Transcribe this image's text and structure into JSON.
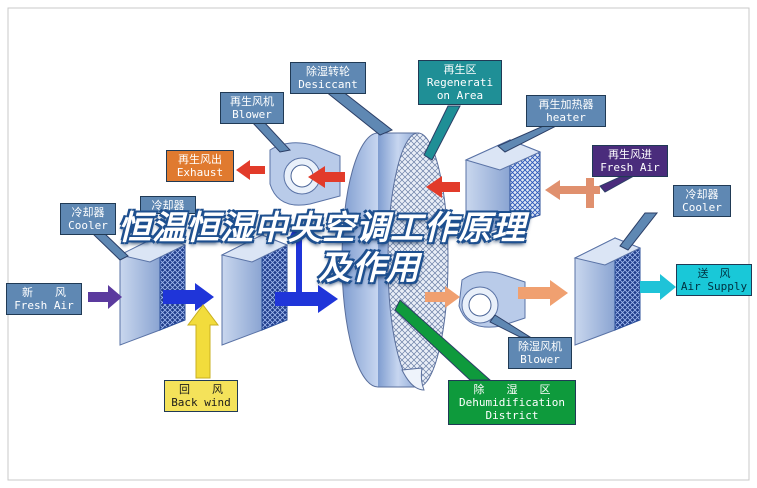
{
  "labels": {
    "desiccant": {
      "cn": "除湿转轮",
      "en": "Desiccant"
    },
    "regen_area": {
      "cn": "再生区",
      "en1": "Regenerati",
      "en2": "on Area"
    },
    "regen_blower": {
      "cn": "再生风机",
      "en": "Blower"
    },
    "regen_heater": {
      "cn": "再生加热器",
      "en": "heater"
    },
    "regen_exhaust": {
      "cn": "再生风出",
      "en": "Exhaust"
    },
    "regen_fresh": {
      "cn": "再生风进",
      "en": "Fresh Air"
    },
    "cooler_left": {
      "cn": "冷却器",
      "en": "Cooler"
    },
    "cooler_mid": {
      "cn": "冷却器"
    },
    "cooler_right": {
      "cn": "冷却器",
      "en": "Cooler"
    },
    "fresh_air": {
      "cn": "新　　风",
      "en": "Fresh Air"
    },
    "air_supply": {
      "cn": "送　风",
      "en": "Air Supply"
    },
    "back_wind": {
      "cn": "回　　风",
      "en": "Back wind"
    },
    "dehumid_blower": {
      "cn": "除湿风机",
      "en": "Blower"
    },
    "dehumid_district": {
      "cn": "除　　湿　　区",
      "en1": "Dehumidification",
      "en2": "District"
    }
  },
  "overlay_title": {
    "line1": "恒温恒湿中央空调工作原理",
    "line2": "及作用"
  },
  "colors": {
    "callout_blue": "#5f88b3",
    "exhaust_orange": "#e07a2f",
    "fresh_purple": "#4a2c7c",
    "regen_teal": "#1f8f96",
    "supply_cyan": "#19c8d8",
    "back_yellow": "#f4e25a",
    "district_green": "#0e9a3c",
    "flow_blue": "#1f35d9",
    "flow_orange": "#f0a070",
    "flow_red": "#e23b2a"
  }
}
